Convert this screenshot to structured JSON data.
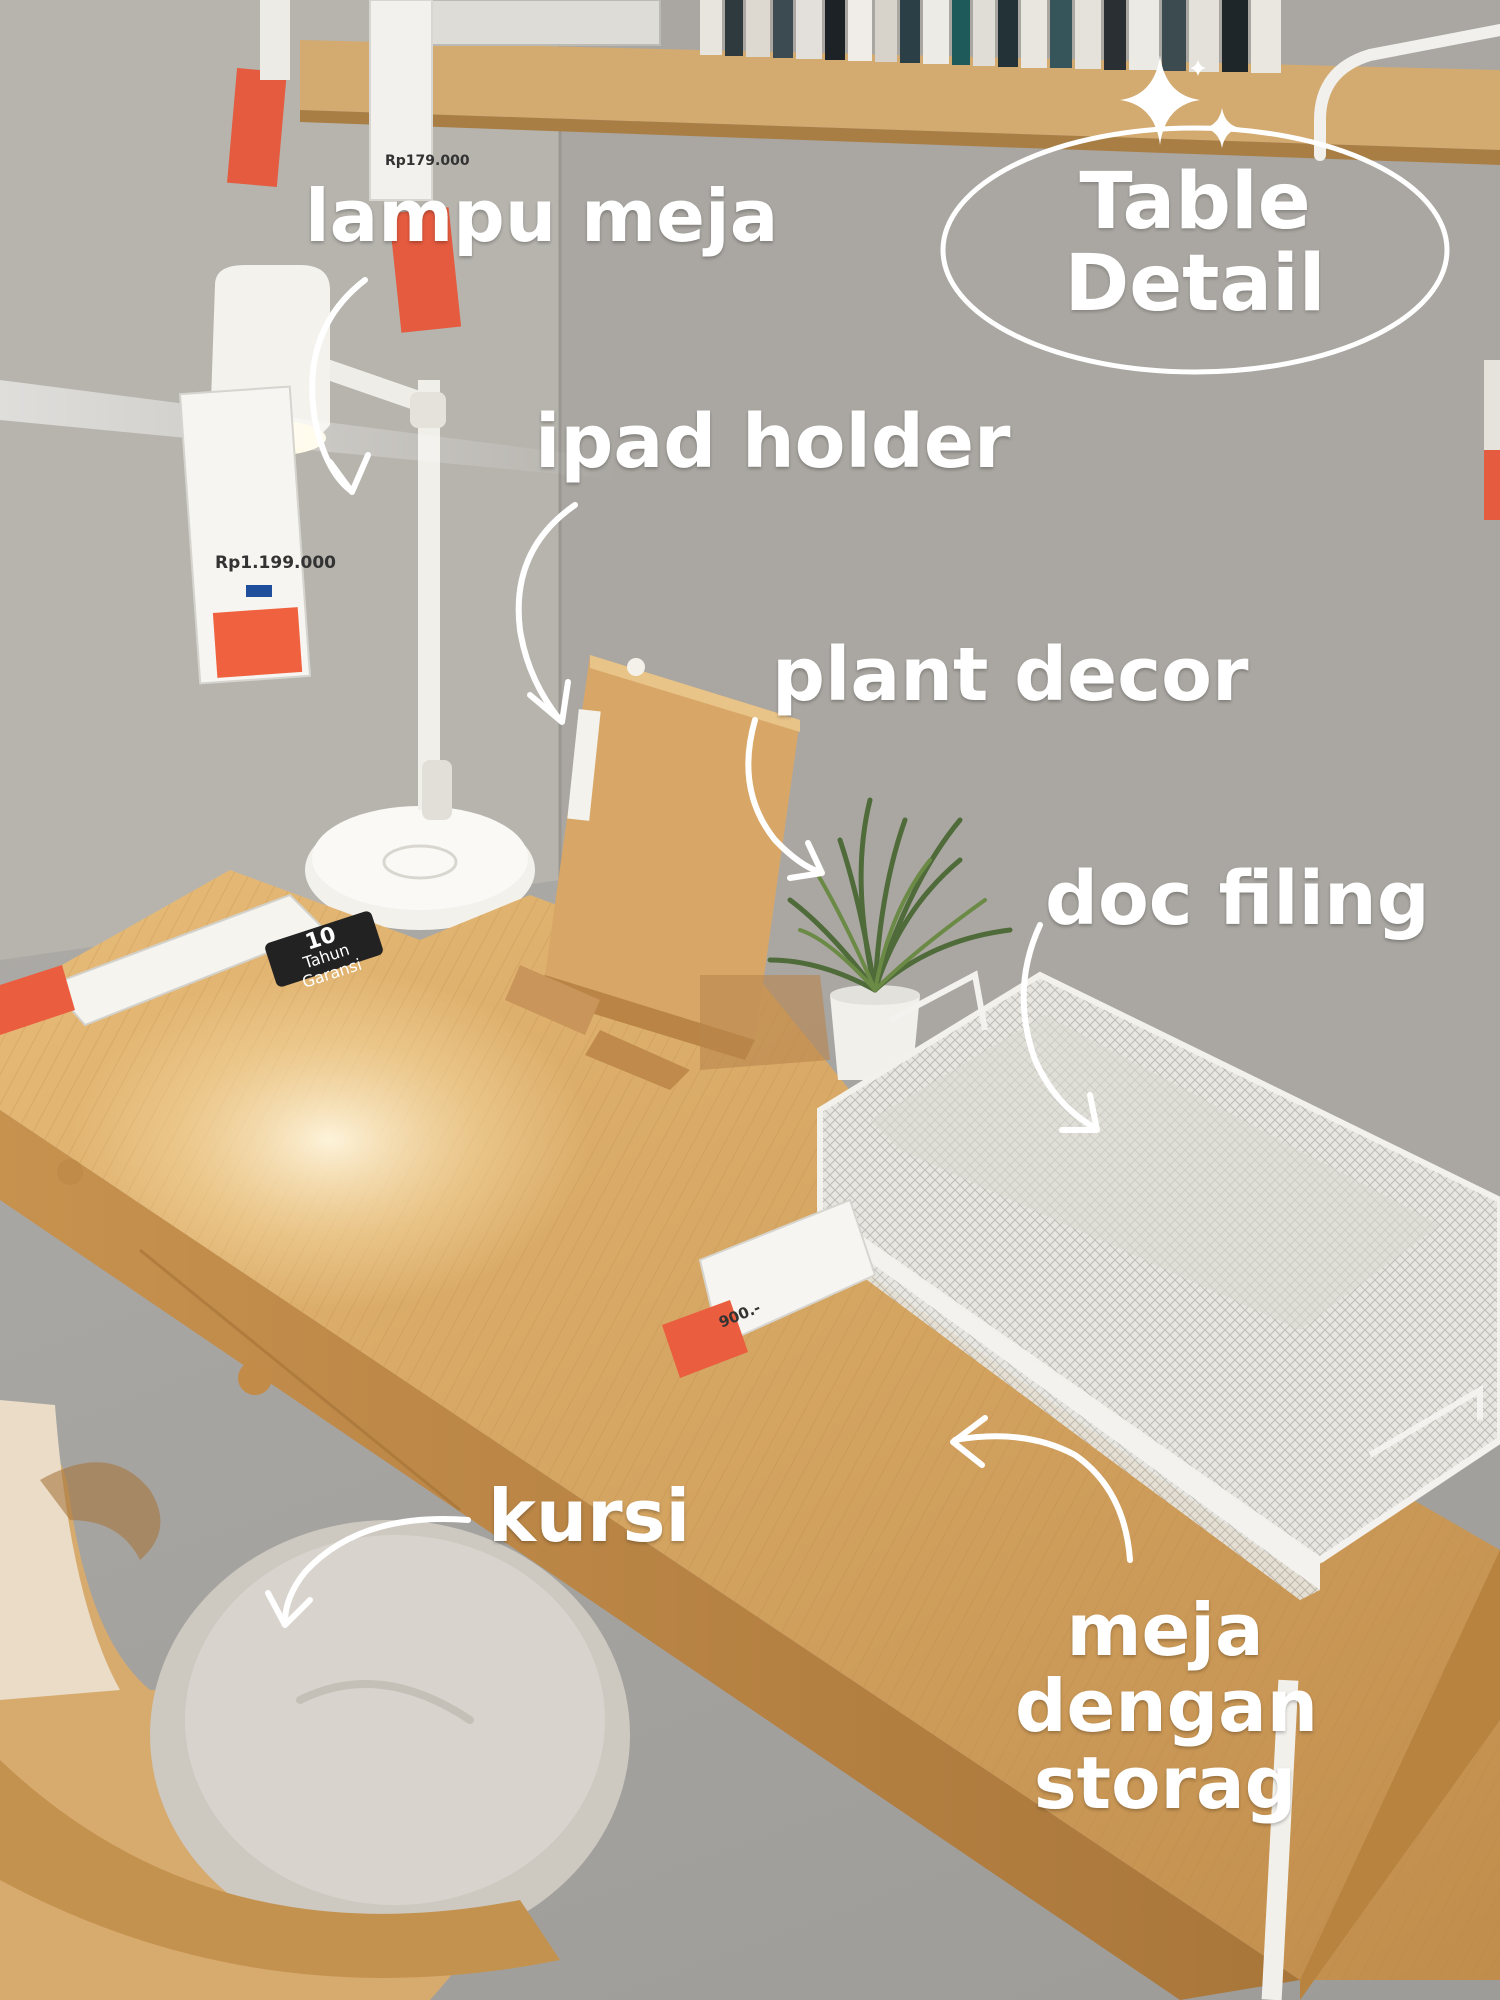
{
  "title": {
    "line1": "Table",
    "line2": "Detail"
  },
  "labels": {
    "lampu": "lampu meja",
    "ipad": "ipad holder",
    "plant": "plant decor",
    "doc": "doc filing",
    "kursi": "kursi",
    "meja": "meja dengan storag"
  },
  "price_tags": {
    "lamp": "Rp1.199.000",
    "top": "Rp179.000",
    "tray": "900.-"
  },
  "warranty_tag": {
    "number": "10",
    "text": "Tahun Garansi"
  },
  "colors": {
    "wall": "#aeaba6",
    "desk": "#d8aa68",
    "lamp": "#f2efe8",
    "tray": "#ecebe6",
    "annotation": "#ffffff",
    "price_sticker": "#f2664e"
  }
}
